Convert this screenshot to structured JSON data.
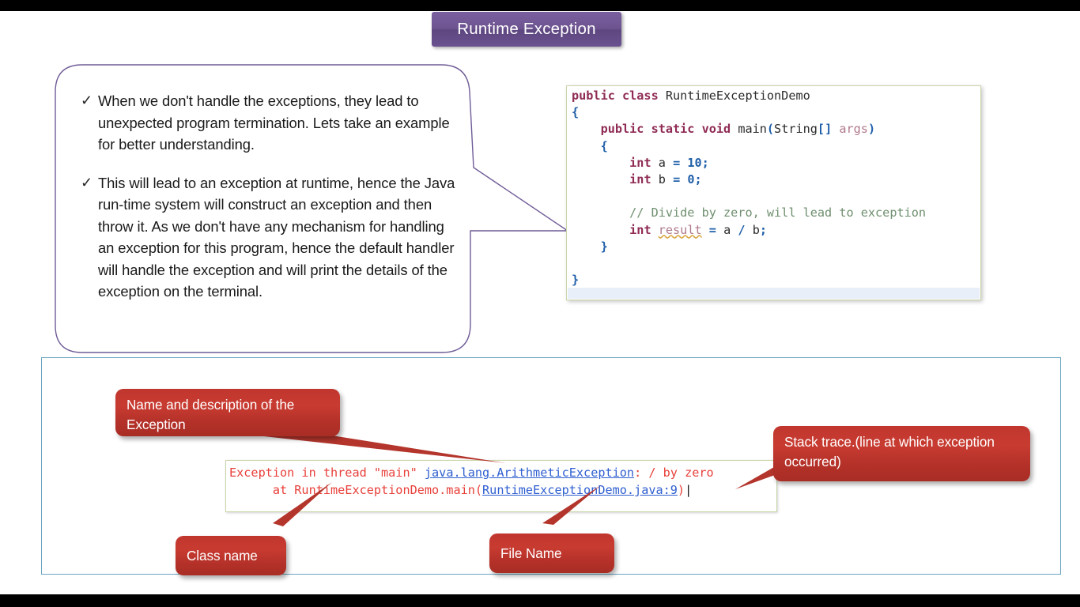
{
  "slide": {
    "title": "Runtime Exception",
    "accent_purple": "#6d5490",
    "accent_red": "#c0362e",
    "panel_blue": "#6aa4c0"
  },
  "bubble": {
    "bullets": [
      {
        "marker": "✓",
        "text": "When we don't handle the exceptions, they lead to unexpected program termination. Lets take an example for better understanding."
      },
      {
        "marker": "✓",
        "text": "This will lead to an exception at runtime, hence the Java run-time system will construct an exception and then throw it. As we don't have any mechanism for handling an exception for this program, hence the default handler will handle the exception and will print the details of the exception on the terminal."
      }
    ]
  },
  "code": {
    "language": "java",
    "class_name": "RuntimeExceptionDemo",
    "lines": [
      "public class RuntimeExceptionDemo",
      "{",
      "    public static void main(String[] args)",
      "    {",
      "        int a = 10;",
      "        int b = 0;",
      "",
      "        // Divide by zero, will lead to exception",
      "        int result = a / b;",
      "    }",
      "",
      "}"
    ]
  },
  "console": {
    "line1_prefix": "Exception in thread \"main\" ",
    "line1_link": "java.lang.ArithmeticException",
    "line1_suffix": ": / by zero",
    "line2_prefix": "      at RuntimeExceptionDemo.main(",
    "line2_link": "RuntimeExceptionDemo.java:9",
    "line2_suffix": ")",
    "caret": "|"
  },
  "callouts": {
    "name_description": "Name and description of the Exception",
    "stack_trace": "Stack trace.(line at which exception occurred)",
    "class_name": "Class name",
    "file_name": "File Name"
  }
}
